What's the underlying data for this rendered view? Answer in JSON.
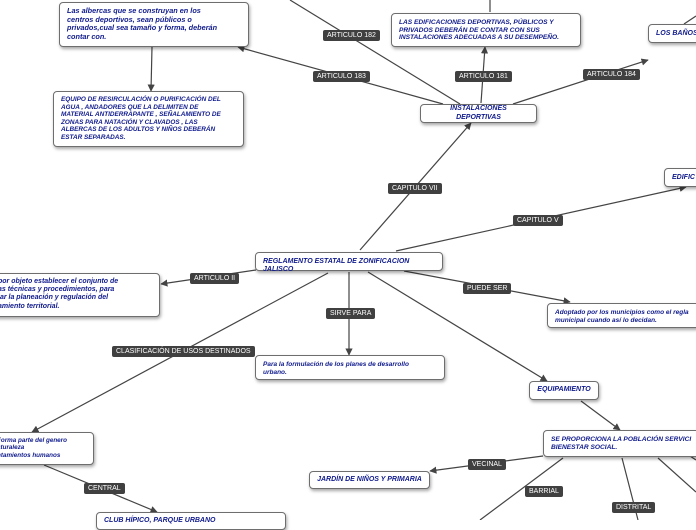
{
  "nodes": {
    "reglamento": "REGLAMENTO ESTATAL DE ZONIFICACION JALISCO",
    "instalaciones": "INSTALACIONES DEPORTIVAS",
    "albercas": "Las albercas que se construyan en los\ncentros deportivos, sean públicos o\nprivados,cual sea tamaño y forma, deberán\ncontar con.",
    "equipo": "EQUIPO DE RESIRCULACIÓN O PURIFICACIÓN DEL\nAGUA , ANDADORES QUE LA  DELIMITEN DE\nMATERIAL ANTIDERRAPANTE , SEÑALAMIENTO DE\nZONAS PARA NATACIÓN Y CLAVADOS , LAS\nALBERCAS DE LOS ADULTOS Y NIÑOS DEBERÁN\nESTAR SEPARADAS.",
    "edificaciones": "LAS EDIFICACIONES DEPORTIVAS, PÚBLICOS Y\nPRIVADOS DEBERÁN DE CONTAR CON SUS\nINSTALACIONES ADECUADAS A SU DESEMPEÑO.",
    "banos": "LOS BAÑOS",
    "edific_right": "EDIFIC",
    "objeto": "por objeto establecer el conjunto de\nas técnicas y procedimientos, para\nlar la planeación y regulación del\namiento territorial.",
    "formulacion": "Para la formulación de los planes de desarrollo\nurbano.",
    "adoptado": "Adoptado por los municipios como el regla\nmunicipal cuando así lo decidan.",
    "equipamiento": "EQUIPAMIENTO",
    "proporciona": "SE PROPORCIONA LA POBLACIÓN SERVICI\nBIENESTAR SOCIAL.",
    "jardin": "JARDÍN DE NIÑOS Y PRIMARIA",
    "forma": "  Forma parte del genero\naturaleza\nntamientos humanos",
    "club": "CLUB HÍPICO, PARQUE URBANO"
  },
  "labels": {
    "art182": "ARTICULO 182",
    "art183": "ARTICULO 183",
    "art181": "ARTICULO 181",
    "art184": "ARTICULO 184",
    "cap7": "CAPITULO VII",
    "cap5": "CAPITULO V",
    "art2": "ARTICULO II",
    "puede": "PUEDE SER",
    "sirve": "SIRVE PARA",
    "clasif": "CLASIFICACIÓN DE USOS DESTINADOS",
    "vecinal": "VECINAL",
    "barrial": "BARRIAL",
    "distrital": "DISTRITAL",
    "central": "CENTRAL"
  }
}
